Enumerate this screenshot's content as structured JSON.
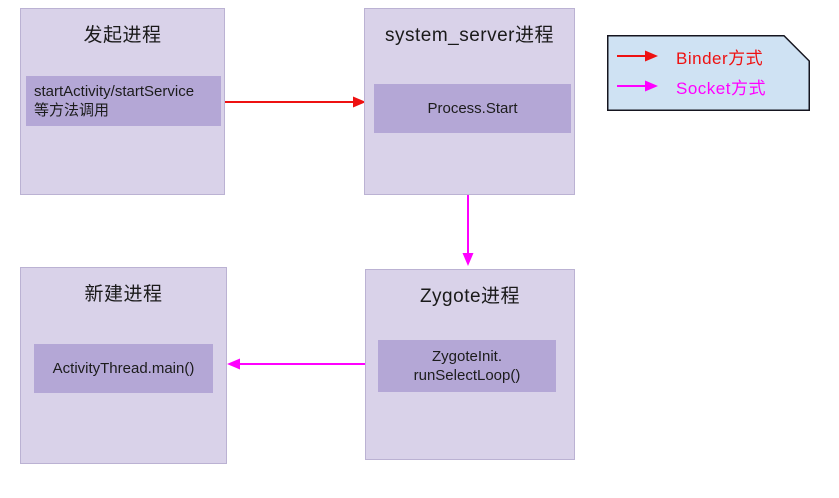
{
  "diagram": {
    "boxes": {
      "initiator": {
        "title": "发起进程",
        "label_line1": "startActivity/startService",
        "label_line2": "等方法调用"
      },
      "system_server": {
        "title": "system_server进程",
        "label": "Process.Start"
      },
      "zygote": {
        "title": "Zygote进程",
        "label_line1": "ZygoteInit.",
        "label_line2": "runSelectLoop()"
      },
      "new_process": {
        "title": "新建进程",
        "label": "ActivityThread.main()"
      }
    },
    "legend": {
      "binder_label": "Binder方式",
      "socket_label": "Socket方式"
    },
    "colors": {
      "binder_arrow": "#ee1111",
      "socket_arrow": "#ff00ff",
      "process_box_fill": "#d9d2e9",
      "method_box_fill": "#b4a7d6",
      "legend_fill": "#cfe2f3",
      "legend_border": "#15151f"
    }
  }
}
